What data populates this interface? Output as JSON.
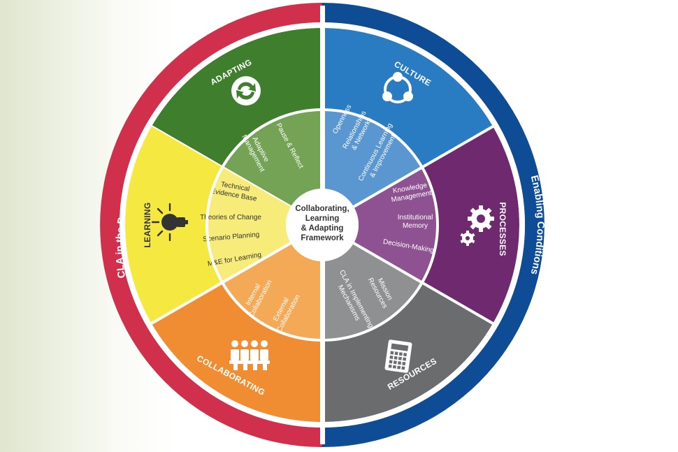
{
  "outer_ring": {
    "left_label": "CLA in the Program Cycle",
    "right_label": "Enabling Conditions",
    "left_color": "#d0304b",
    "right_color": "#0e4c96"
  },
  "center": {
    "lines": [
      "Collaborating,",
      "Learning",
      "& Adapting",
      "Framework"
    ]
  },
  "segments": [
    {
      "key": "adapting",
      "label": "ADAPTING",
      "icon": "arrows-cycle-icon",
      "color": "#3f7e2c",
      "inner_color": "#74a356",
      "text_dark": false,
      "inner": [
        [
          "Pause & Reflect"
        ],
        [
          "Adaptive",
          "Management"
        ]
      ]
    },
    {
      "key": "culture",
      "label": "CULTURE",
      "icon": "circular-nodes-icon",
      "color": "#2a7cc2",
      "inner_color": "#5a96d0",
      "text_dark": false,
      "inner": [
        [
          "Openness"
        ],
        [
          "Relationships",
          "& Networks"
        ],
        [
          "Continuous Learning",
          "& Improvement"
        ]
      ]
    },
    {
      "key": "processes",
      "label": "PROCESSES",
      "icon": "gears-icon",
      "color": "#6f2a6f",
      "inner_color": "#8e5191",
      "text_dark": false,
      "inner": [
        [
          "Knowledge",
          "Management"
        ],
        [
          "Institutional",
          "Memory"
        ],
        [
          "Decision-Making"
        ]
      ]
    },
    {
      "key": "resources",
      "label": "RESOURCES",
      "icon": "calculator-icon",
      "color": "#6b6c6e",
      "inner_color": "#8f9092",
      "text_dark": false,
      "inner": [
        [
          "Mission",
          "Resources"
        ],
        [
          "CLA in Implementing",
          "Mechanisms"
        ]
      ]
    },
    {
      "key": "collaborating",
      "label": "COLLABORATING",
      "icon": "people-group-icon",
      "color": "#f08d32",
      "inner_color": "#f3a955",
      "text_dark": false,
      "inner": [
        [
          "Internal",
          "Collaboration"
        ],
        [
          "External",
          "Collaboration"
        ]
      ]
    },
    {
      "key": "learning",
      "label": "LEARNING",
      "icon": "lightbulb-icon",
      "color": "#f5e841",
      "inner_color": "#f7ec7a",
      "text_dark": true,
      "inner": [
        [
          "Technical",
          "Evidence Base"
        ],
        [
          "Theories of Change"
        ],
        [
          "Scenario Planning"
        ],
        [
          "M&E for Learning"
        ]
      ]
    }
  ]
}
